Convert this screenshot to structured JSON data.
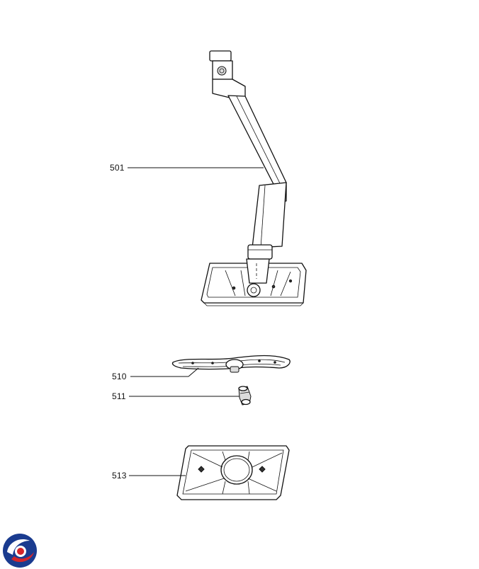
{
  "callouts": [
    {
      "id": "501",
      "label": "501"
    },
    {
      "id": "510",
      "label": "510"
    },
    {
      "id": "511",
      "label": "511"
    },
    {
      "id": "513",
      "label": "513"
    }
  ],
  "colors": {
    "line": "#111111",
    "background": "#ffffff",
    "logo_blue": "#1a3b8f",
    "logo_red": "#d4252a"
  },
  "icons": {
    "logo": "brand-logo-icon"
  }
}
